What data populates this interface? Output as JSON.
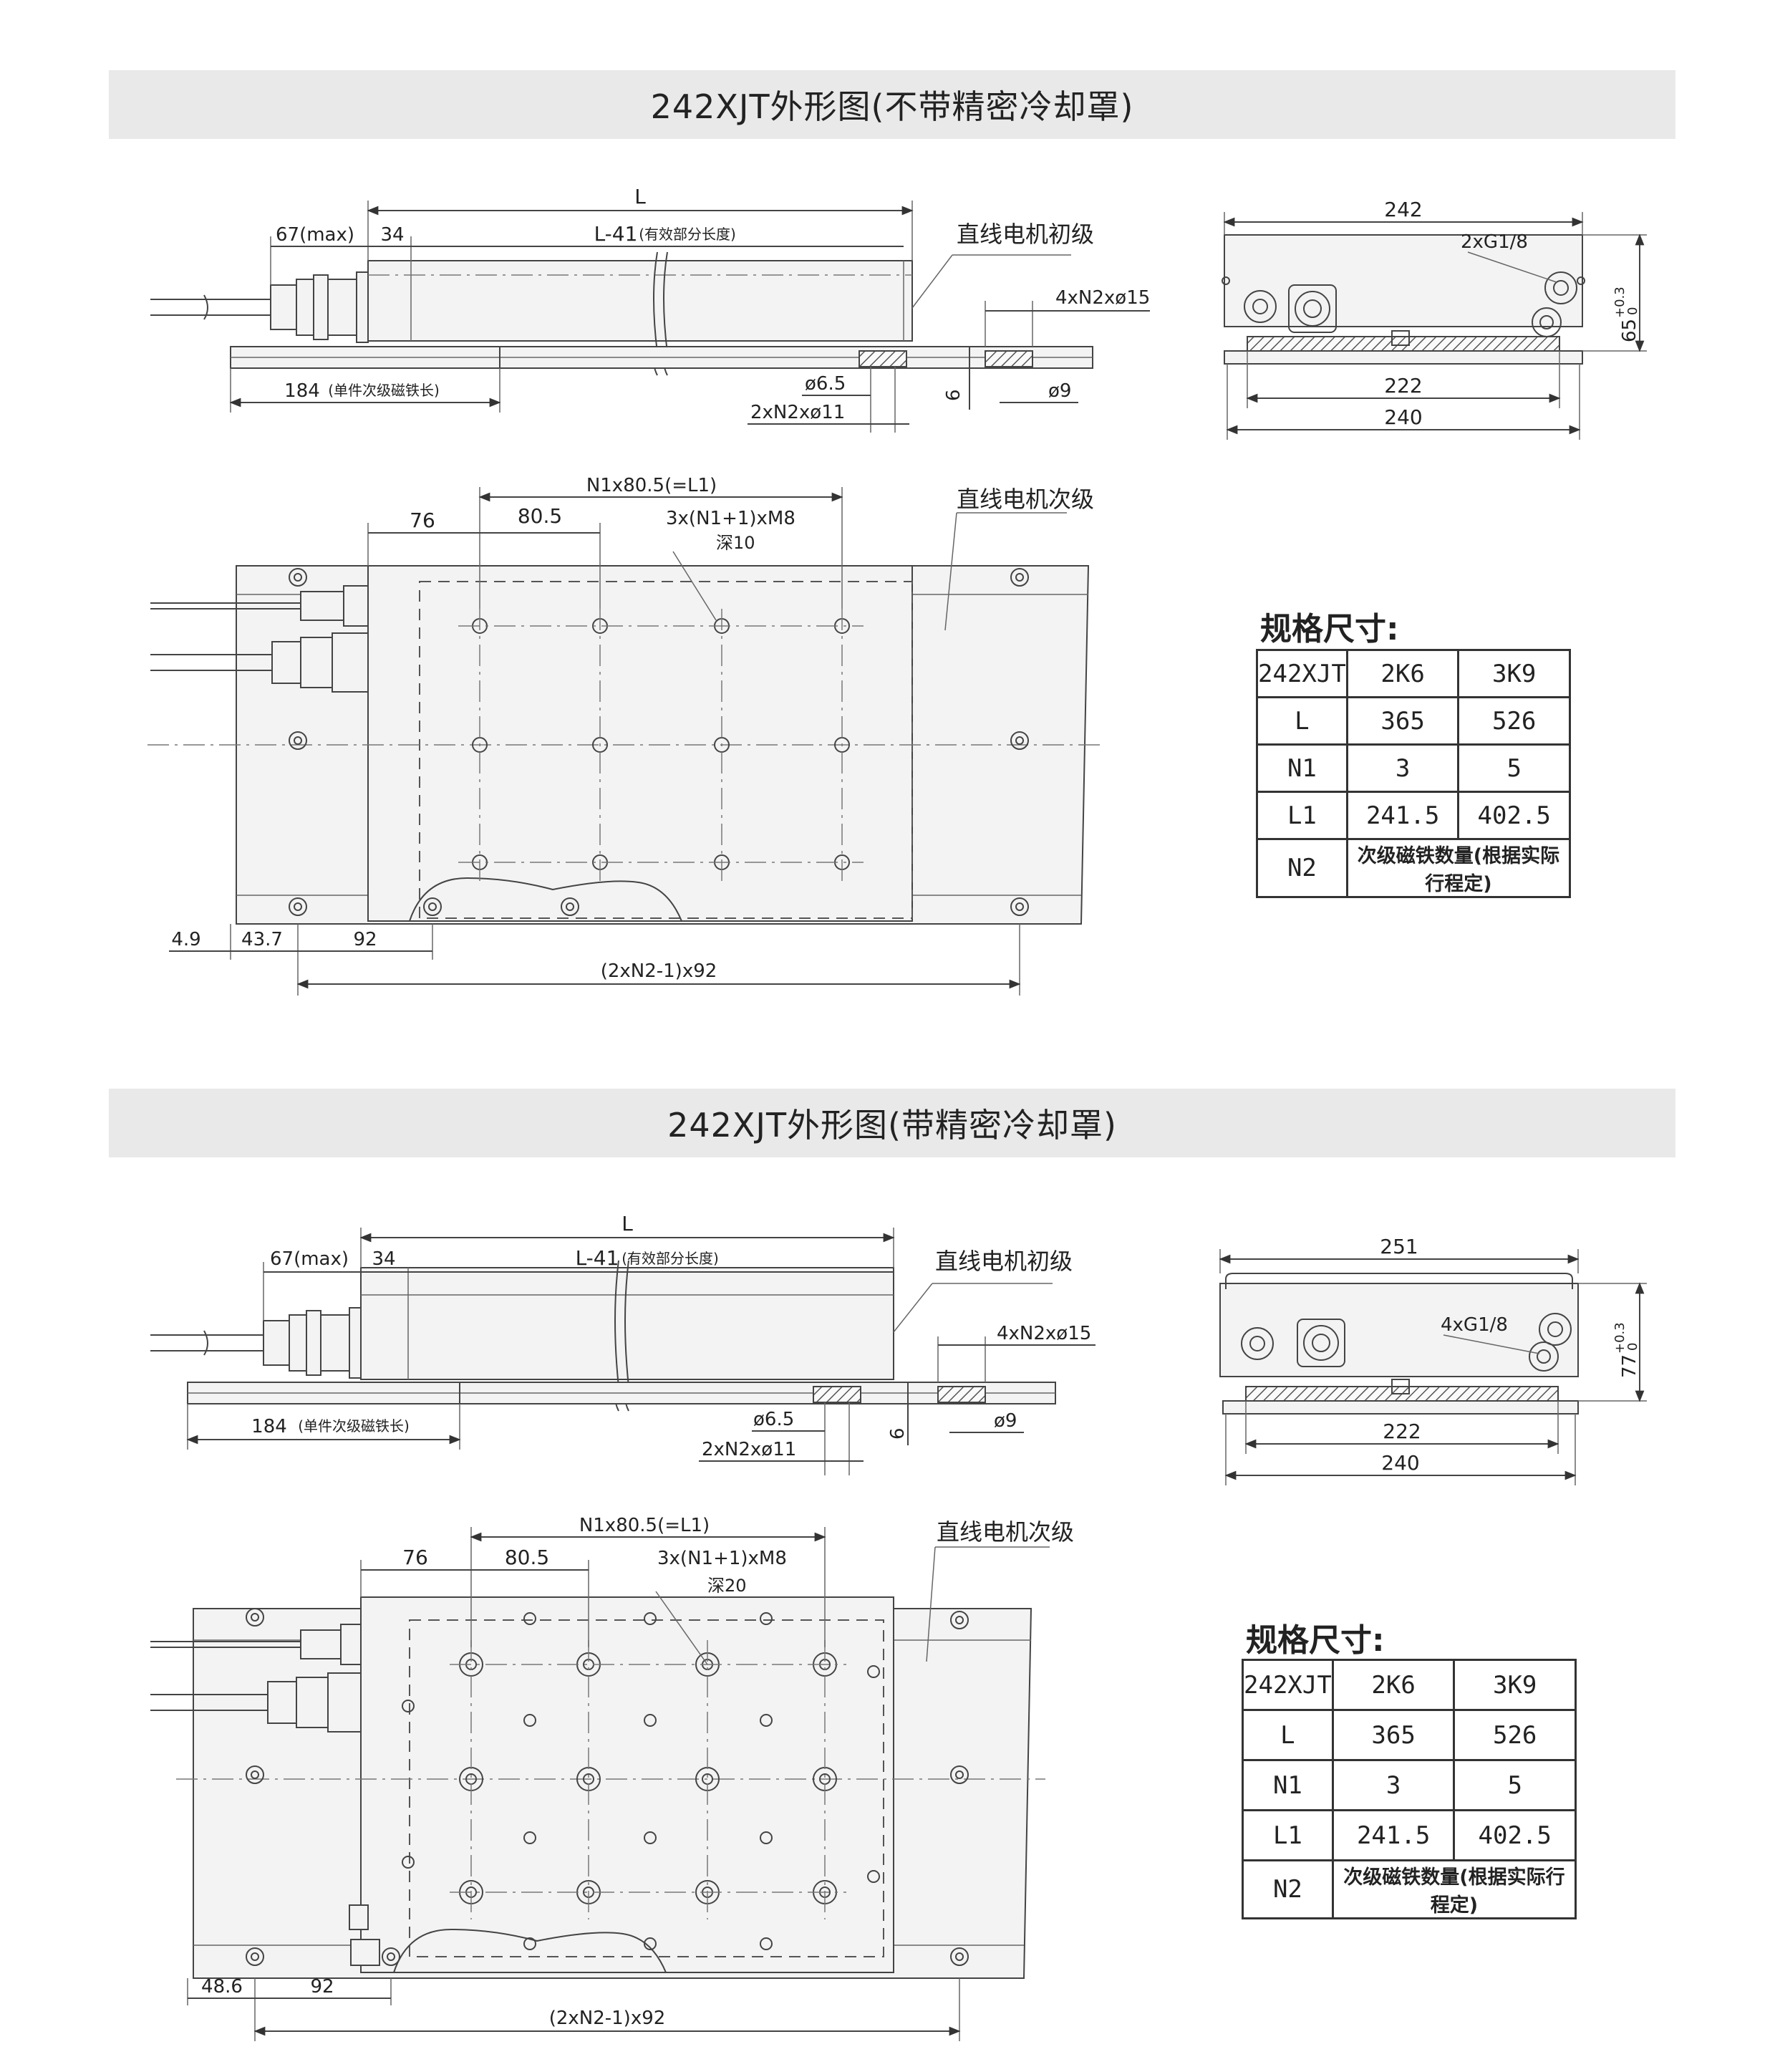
{
  "sections": [
    {
      "title": "242XJT外形图(不带精密冷却罩)",
      "labels": {
        "L": "L",
        "max67": "67(max)",
        "d34": "34",
        "l41": "L-41",
        "l41_note": "(有效部分长度)",
        "primary": "直线电机初级",
        "holes_n2_15": "4xN2xø15",
        "d184": "184",
        "d184_note": "(单件次级磁铁长)",
        "d65": "ø6.5",
        "d6": "6",
        "d9": "ø9",
        "holes_n2_11": "2xN2xø11",
        "n1": "N1x80.5(=L1)",
        "d76": "76",
        "d805": "80.5",
        "m8": "3x(N1+1)xM8",
        "depth": "深10",
        "secondary": "直线电机次级",
        "d49": "4.9",
        "d437": "43.7",
        "d92": "92",
        "pitch": "(2xN2-1)x92",
        "w242": "242",
        "g18": "2xG1/8",
        "h65": "65",
        "tol": "+0.3",
        "tol0": "0",
        "w222": "222",
        "w240": "240"
      },
      "spec": {
        "title": "规格尺寸:",
        "header": [
          "242XJT",
          "2K6",
          "3K9"
        ],
        "rows": [
          [
            "L",
            "365",
            "526"
          ],
          [
            "N1",
            "3",
            "5"
          ],
          [
            "L1",
            "241.5",
            "402.5"
          ]
        ],
        "n2_label": "N2",
        "n2_note": "次级磁铁数量(根据实际行程定)"
      }
    },
    {
      "title": "242XJT外形图(带精密冷却罩)",
      "labels": {
        "L": "L",
        "max67": "67(max)",
        "d34": "34",
        "l41": "L-41",
        "l41_note": "(有效部分长度)",
        "primary": "直线电机初级",
        "holes_n2_15": "4xN2xø15",
        "d184": "184",
        "d184_note": "(单件次级磁铁长)",
        "d65": "ø6.5",
        "d6": "6",
        "d9": "ø9",
        "holes_n2_11": "2xN2xø11",
        "n1": "N1x80.5(=L1)",
        "d76": "76",
        "d805": "80.5",
        "m8": "3x(N1+1)xM8",
        "depth": "深20",
        "secondary": "直线电机次级",
        "d486": "48.6",
        "d92": "92",
        "pitch": "(2xN2-1)x92",
        "w251": "251",
        "g18": "4xG1/8",
        "h77": "77",
        "tol": "+0.3",
        "tol0": "0",
        "w222": "222",
        "w240": "240"
      },
      "spec": {
        "title": "规格尺寸:",
        "header": [
          "242XJT",
          "2K6",
          "3K9"
        ],
        "rows": [
          [
            "L",
            "365",
            "526"
          ],
          [
            "N1",
            "3",
            "5"
          ],
          [
            "L1",
            "241.5",
            "402.5"
          ]
        ],
        "n2_label": "N2",
        "n2_note": "次级磁铁数量(根据实际行程定)"
      }
    }
  ]
}
